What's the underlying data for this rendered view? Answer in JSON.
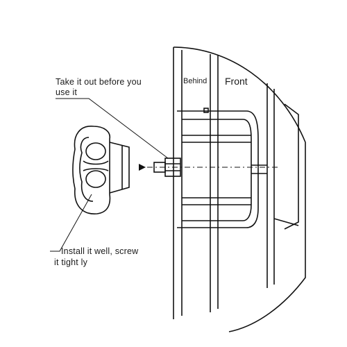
{
  "labels": {
    "take_out_line1": "Take it out before you",
    "take_out_line2": "use it",
    "behind": "Behind",
    "front": "Front",
    "install_line1": "Install it well, screw",
    "install_line2": "it tight ly"
  },
  "colors": {
    "line": "#111111",
    "background": "#ffffff"
  }
}
